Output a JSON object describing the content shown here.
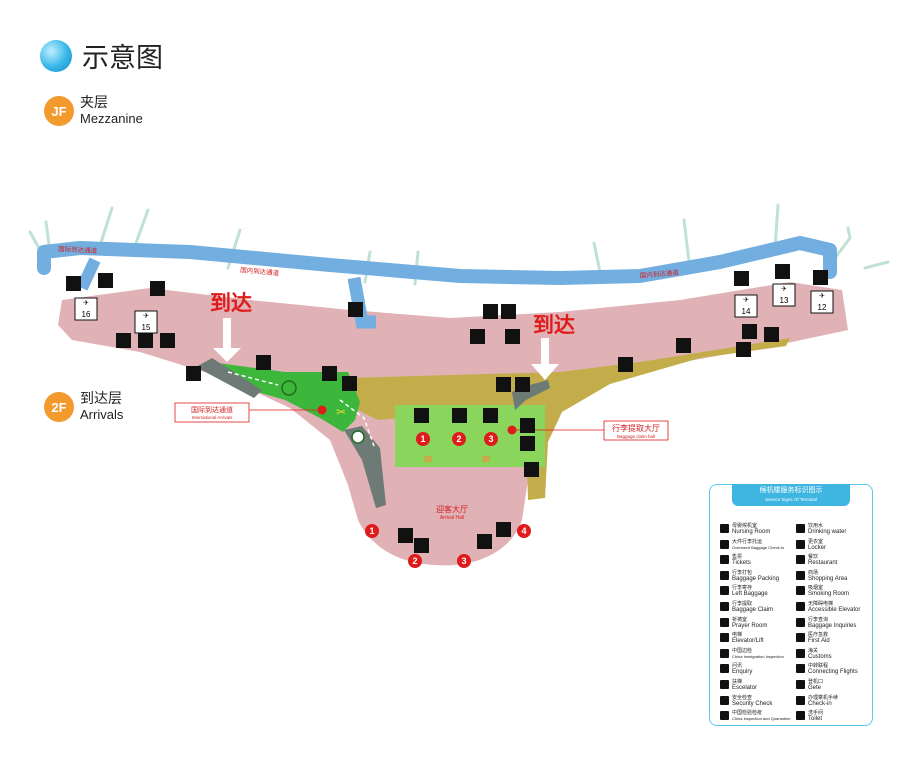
{
  "page_title": "示意图",
  "levels": {
    "mezzanine": {
      "badge": "JF",
      "cn": "夹层",
      "en": "Mezzanine"
    },
    "arrivals": {
      "badge": "2F",
      "cn": "到达层",
      "en": "Arrivals"
    }
  },
  "corridors": {
    "international": "国际到达通道",
    "domestic_center": "国内到达通道",
    "domestic_right": "国内到达通道"
  },
  "arrival_labels": {
    "left": "到达",
    "right": "到达"
  },
  "callouts": {
    "intl_arrivals": {
      "cn": "国际到达通道",
      "en": "International Arrivals"
    },
    "baggage_hall": {
      "cn": "行李提取大厅",
      "en": "Baggage claim hall"
    },
    "arrival_hall": {
      "cn": "迎客大厅",
      "en": "Arrival Hall"
    }
  },
  "gates": [
    "16",
    "15",
    "14",
    "13",
    "12"
  ],
  "carousels": [
    "1",
    "2",
    "3"
  ],
  "exits": [
    "1",
    "2",
    "3",
    "4"
  ],
  "colors": {
    "corridor": "#72aee0",
    "terminal": "#e0b2b6",
    "domestic_zone": "#c3ad4a",
    "intl_zone": "#3cb73c",
    "baggage_zone": "#8ad65c",
    "marker": "#e01b1b",
    "badge": "#f39a2f",
    "legend_accent": "#3fb6e1"
  },
  "legend": {
    "title_cn": "候机楼服务标识图示",
    "title_en": "Service Signs Of Terminal",
    "left": [
      {
        "cn": "母婴候机室",
        "en": "Nursing Room",
        "icon": "nursing-room-icon"
      },
      {
        "cn": "大件行李托运",
        "en": "Oversized Baggage Check-in",
        "icon": "oversized-baggage-icon",
        "small": true
      },
      {
        "cn": "售票",
        "en": "Tickets",
        "icon": "tickets-icon"
      },
      {
        "cn": "行李打包",
        "en": "Baggage Packing",
        "icon": "baggage-packing-icon"
      },
      {
        "cn": "行李寄存",
        "en": "Left Baggage",
        "icon": "left-baggage-icon"
      },
      {
        "cn": "行李提取",
        "en": "Baggage Claim",
        "icon": "baggage-claim-icon"
      },
      {
        "cn": "祈祷室",
        "en": "Prayer Room",
        "icon": "prayer-room-icon"
      },
      {
        "cn": "电梯",
        "en": "Elevator/Lift",
        "icon": "elevator-icon"
      },
      {
        "cn": "中国边检",
        "en": "China Immigration Inspection",
        "icon": "immigration-icon",
        "small": true
      },
      {
        "cn": "问讯",
        "en": "Enquiry",
        "icon": "enquiry-icon"
      },
      {
        "cn": "扶梯",
        "en": "Escelator",
        "icon": "escalator-icon"
      },
      {
        "cn": "安全检查",
        "en": "Security Check",
        "icon": "security-check-icon"
      },
      {
        "cn": "中国检验检疫",
        "en": "China Inspection and Quarantine",
        "icon": "quarantine-icon",
        "small": true
      }
    ],
    "right": [
      {
        "cn": "饮用水",
        "en": "Drinking water",
        "icon": "drinking-water-icon"
      },
      {
        "cn": "更衣室",
        "en": "Locker",
        "icon": "locker-icon"
      },
      {
        "cn": "餐饮",
        "en": "Restaurant",
        "icon": "restaurant-icon"
      },
      {
        "cn": "商场",
        "en": "Shopping Area",
        "icon": "shopping-icon"
      },
      {
        "cn": "吸烟室",
        "en": "Smoking Room",
        "icon": "smoking-room-icon"
      },
      {
        "cn": "无障碍电梯",
        "en": "Accessible Elevator",
        "icon": "accessible-elevator-icon"
      },
      {
        "cn": "行李查询",
        "en": "Baggage Inquiries",
        "icon": "baggage-inquiry-icon"
      },
      {
        "cn": "医疗急救",
        "en": "First Aid",
        "icon": "first-aid-icon"
      },
      {
        "cn": "海关",
        "en": "Customs",
        "icon": "customs-icon"
      },
      {
        "cn": "中转联程",
        "en": "Connecting Flights",
        "icon": "connecting-flights-icon"
      },
      {
        "cn": "登机口",
        "en": "Gete",
        "icon": "gate-icon"
      },
      {
        "cn": "办理乘机手续",
        "en": "Check-in",
        "icon": "check-in-icon"
      },
      {
        "cn": "洗手间",
        "en": "Toilet",
        "icon": "toilet-icon"
      }
    ]
  }
}
